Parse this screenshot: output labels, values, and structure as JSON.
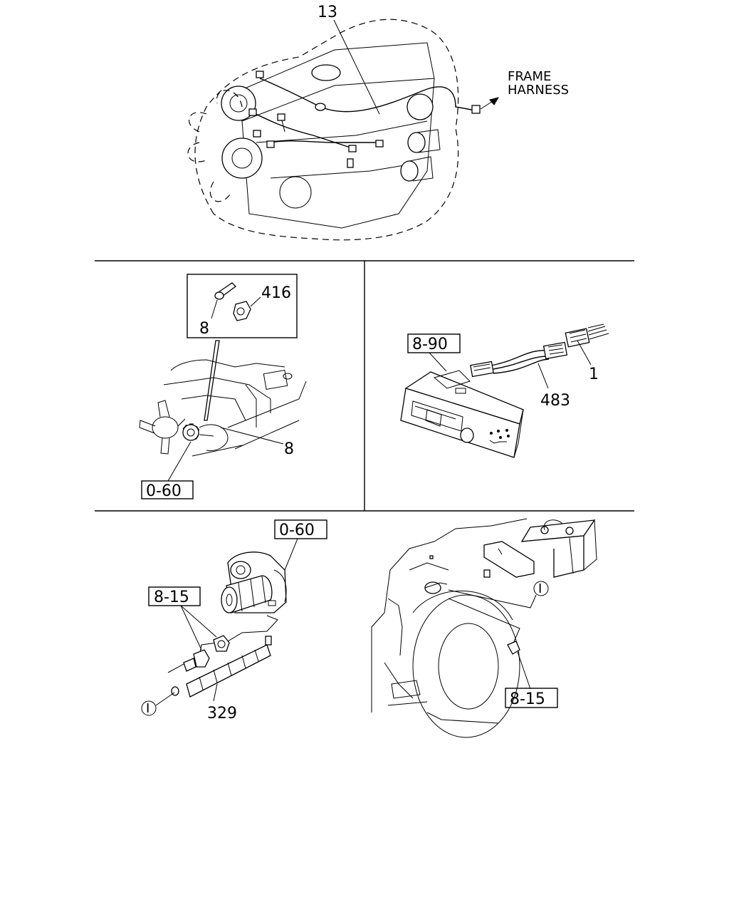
{
  "engine_view": {
    "part_13": "13",
    "frame_harness_line1": "FRAME",
    "frame_harness_line2": "HARNESS"
  },
  "fan_view": {
    "inset_part_416": "416",
    "inset_part_8": "8",
    "part_8": "8",
    "ref_box": "0-60"
  },
  "radio_view": {
    "ref_box": "8-90",
    "part_483": "483",
    "part_1": "1"
  },
  "starter_view": {
    "ref_box_top": "0-60",
    "ref_box_left": "8-15",
    "part_329": "329",
    "circle_marker": "I"
  },
  "battery_view": {
    "circle_marker": "I",
    "ref_box": "8-15"
  }
}
